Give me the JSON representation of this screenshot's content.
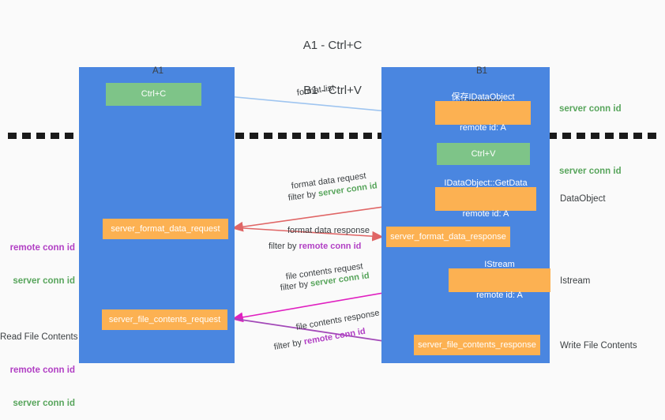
{
  "title": {
    "line1": "A1 - Ctrl+C",
    "line2": "B1 - Ctrl+V"
  },
  "columns": [
    {
      "id": "a1",
      "name": "A1",
      "role": "remote"
    },
    {
      "id": "b1",
      "name": "B1",
      "role": "connection"
    }
  ],
  "nodes": {
    "ctrl_c": {
      "label": "Ctrl+C",
      "color": "#7ec488",
      "column": "a1"
    },
    "save_idataobject": {
      "line1": "保存IDataObject",
      "line2": "remote id: A",
      "color": "#fcb152",
      "column": "b1"
    },
    "ctrl_v": {
      "label": "Ctrl+V",
      "color": "#7ec488",
      "column": "b1"
    },
    "getdata": {
      "line1": "IDataObject::GetData",
      "line2": "remote id: A",
      "color": "#fcb152",
      "column": "b1"
    },
    "server_format_data_request": {
      "label": "server_format_data_request",
      "color": "#fcb152",
      "column": "a1"
    },
    "server_format_data_response": {
      "label": "server_format_data_response",
      "color": "#fcb152",
      "column": "b1"
    },
    "istream": {
      "line1": "IStream",
      "line2": "remote id: A",
      "color": "#fcb152",
      "column": "b1"
    },
    "server_file_contents_request": {
      "label": "server_file_contents_request",
      "color": "#fcb152",
      "column": "a1"
    },
    "server_file_contents_response": {
      "label": "server_file_contents_response",
      "color": "#fcb152",
      "column": "b1"
    }
  },
  "edge_labels": {
    "format_list": "format list",
    "format_data_request": "format data request",
    "format_data_request_filter_prefix": "filter by ",
    "format_data_request_filter_key": "server conn id",
    "format_data_response": "format data response",
    "format_data_response_filter_prefix": "filter by ",
    "format_data_response_filter_key": "remote conn id",
    "file_contents_request": "file contents request",
    "file_contents_request_filter_prefix": "filter by ",
    "file_contents_request_filter_key": "server conn id",
    "file_contents_response": "file contents response",
    "file_contents_response_filter_prefix": "filter by ",
    "file_contents_response_filter_key": "remote conn id"
  },
  "left_notes": {
    "remote_conn_id": "remote conn id",
    "server_conn_id": "server conn id",
    "read_file_contents": "Read File Contents"
  },
  "right_notes": {
    "server_conn_id_top": "server conn id",
    "server_conn_id_mid": "server conn id",
    "dataobject": "DataObject",
    "istream": "Istream",
    "write_file_contents": "Write File Contents"
  },
  "colors": {
    "lane": "#4a86e0",
    "node_green": "#7ec488",
    "node_orange": "#fcb152",
    "remote_conn": "#b13fc4",
    "server_conn": "#58a55c",
    "arrow_blue": "#9fc5f0",
    "arrow_red": "#e06666",
    "arrow_magenta": "#e020c0",
    "arrow_purple": "#a349b8",
    "arrow_black": "#000000",
    "background": "#fafafa"
  }
}
